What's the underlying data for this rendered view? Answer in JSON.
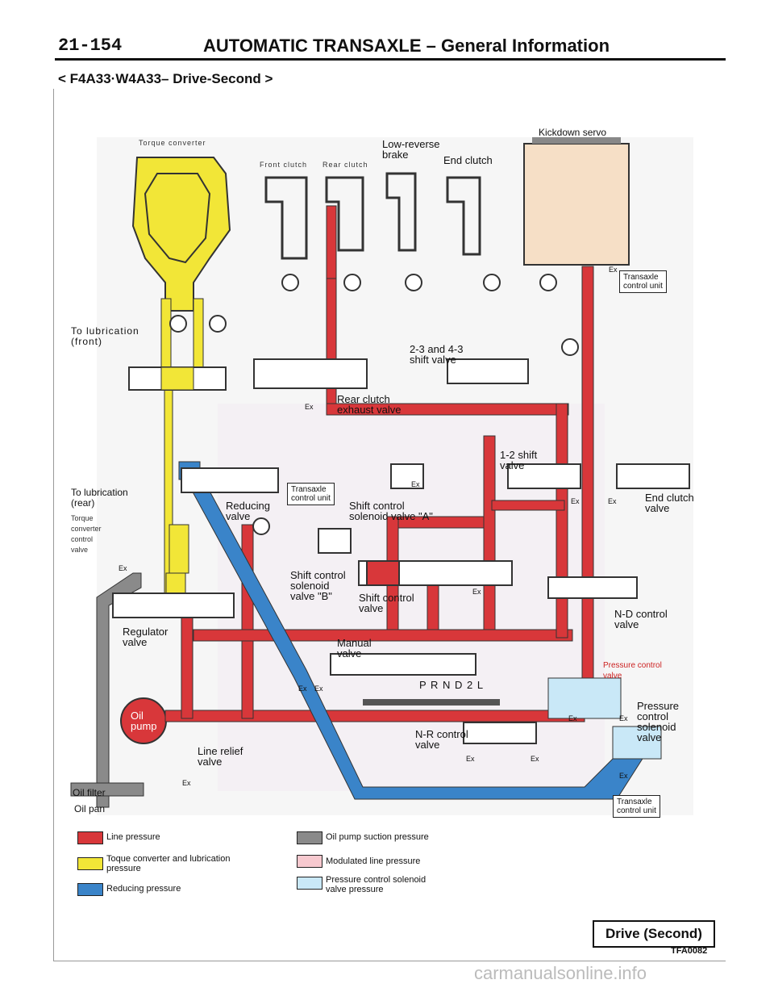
{
  "header": {
    "section": "21-154",
    "title": "AUTOMATIC TRANSAXLE – General Information",
    "subtitle": "< F4A33·W4A33– Drive-Second >"
  },
  "labels": {
    "torque_converter": "Torque converter",
    "front_clutch": "Front clutch",
    "rear_clutch": "Rear clutch",
    "low_reverse_brake": "Low-reverse\nbrake",
    "end_clutch": "End clutch",
    "kickdown_servo": "Kickdown servo",
    "transaxle_control_unit": "Transaxle\ncontrol unit",
    "to_lubrication_front": "To lubrication\n(front)",
    "shift_valve_23_43": "2-3 and 4-3\nshift valve",
    "rear_clutch_exhaust_valve": "Rear clutch\nexhaust valve",
    "shift_valve_12": "1-2 shift\nvalve",
    "to_lubrication_rear": "To lubrication\n(rear)",
    "torque_converter_control_valve": "Torque\nconverter\ncontrol\nvalve",
    "reducing_valve": "Reducing\nvalve",
    "shift_control_solenoid_a": "Shift control\nsolenoid valve \"A\"",
    "end_clutch_valve": "End clutch\nvalve",
    "shift_control_solenoid_b": "Shift control\nsolenoid\nvalve \"B\"",
    "shift_control_valve": "Shift control\nvalve",
    "regulator_valve": "Regulator\nvalve",
    "manual_valve": "Manual\nvalve",
    "nd_control_valve": "N-D control\nvalve",
    "pressure_control_valve": "Pressure control\nvalve",
    "pressure_control_solenoid_valve": "Pressure\ncontrol\nsolenoid\nvalve",
    "oil_pump": "Oil\npump",
    "line_relief_valve": "Line relief\nvalve",
    "nr_control_valve": "N-R control\nvalve",
    "oil_filter": "Oil filter",
    "oil_pan": "Oil pan",
    "prndl": "P R N D 2 L",
    "ex": "Ex"
  },
  "legend": [
    {
      "label": "Line pressure",
      "color": "#d8373a"
    },
    {
      "label": "Toque converter and lubrication\npressure",
      "color": "#f2e637"
    },
    {
      "label": "Reducing pressure",
      "color": "#3a84c9"
    },
    {
      "label": "Oil pump suction pressure",
      "color": "#8a8a8a"
    },
    {
      "label": "Modulated line pressure",
      "color": "#f7c9cf"
    },
    {
      "label": "Pressure control solenoid\nvalve pressure",
      "color": "#c9e8f7"
    }
  ],
  "colors": {
    "line": "#d8373a",
    "torque": "#f2e637",
    "reducing": "#3a84c9",
    "suction": "#8a8a8a",
    "modulated": "#f7c9cf",
    "solenoid": "#c9e8f7"
  },
  "caption": "Drive (Second)",
  "figure_id": "TFA0082",
  "watermark": "carmanualsonline.info"
}
